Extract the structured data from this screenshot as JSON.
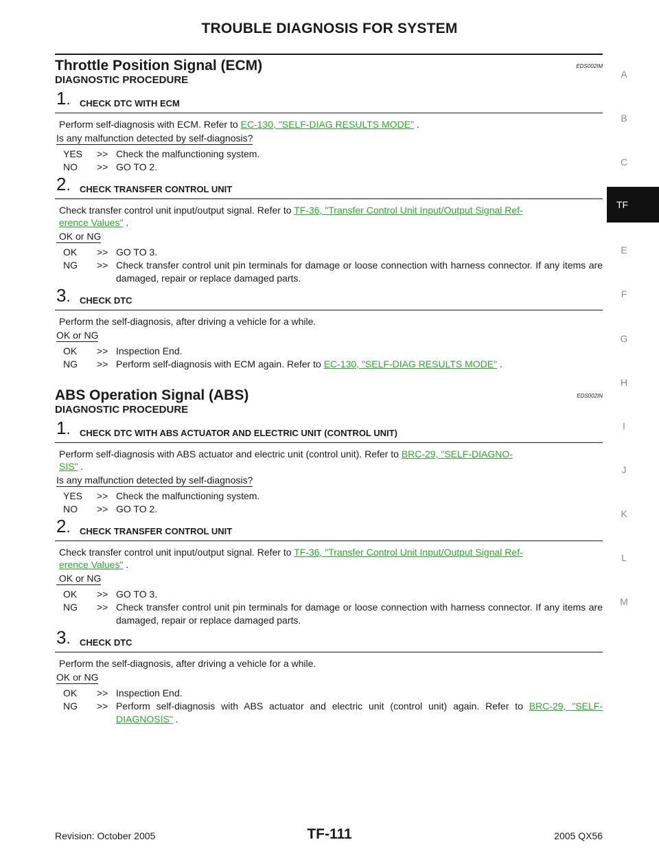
{
  "header": {
    "title": "TROUBLE DIAGNOSIS FOR SYSTEM"
  },
  "side_index": {
    "letters": [
      "A",
      "B",
      "C",
      "E",
      "F",
      "G",
      "H",
      "I",
      "J",
      "K",
      "L",
      "M"
    ],
    "active_tab": "TF"
  },
  "sections": [
    {
      "title": "Throttle Position Signal (ECM)",
      "ref_code": "EDS002IM",
      "procedure": "DIAGNOSTIC PROCEDURE",
      "steps": [
        {
          "num": "1",
          "title": "CHECK DTC WITH ECM",
          "body_pre": "Perform self-diagnosis with ECM. Refer to ",
          "body_link": "EC-130, \"SELF-DIAG RESULTS MODE\"",
          "body_link2": "",
          "body_post": " .",
          "question": "Is any malfunction detected by self-diagnosis?",
          "answers": [
            {
              "key": "YES",
              "text": "Check the malfunctioning system."
            },
            {
              "key": "NO",
              "text": "GO TO 2."
            }
          ]
        },
        {
          "num": "2",
          "title": "CHECK TRANSFER CONTROL UNIT",
          "body_pre": "Check transfer control unit input/output signal. Refer to ",
          "body_link": "TF-36, \"Transfer Control Unit Input/Output Signal Ref-",
          "body_link2": "erence Values\"",
          "body_post": " .",
          "question": " OK or NG",
          "answers": [
            {
              "key": "OK",
              "text": "GO TO 3."
            },
            {
              "key": "NG",
              "text": "Check transfer control unit pin terminals for damage or loose connection with harness connector. If any items are damaged, repair or replace damaged parts."
            }
          ]
        },
        {
          "num": "3",
          "title": "CHECK DTC",
          "body_pre": "Perform the self-diagnosis, after driving a vehicle for a while.",
          "body_link": "",
          "body_link2": "",
          "body_post": "",
          "question": "OK or NG",
          "answers": [
            {
              "key": "OK",
              "text": "Inspection End."
            },
            {
              "key": "NG",
              "text_pre": "Perform self-diagnosis with ECM again. Refer to ",
              "text_link": "EC-130, \"SELF-DIAG RESULTS MODE\"",
              "text_post": " ."
            }
          ]
        }
      ]
    },
    {
      "title": "ABS Operation Signal (ABS)",
      "ref_code": "EDS002IN",
      "procedure": "DIAGNOSTIC PROCEDURE",
      "steps": [
        {
          "num": "1",
          "title": "CHECK DTC WITH ABS ACTUATOR AND ELECTRIC UNIT (CONTROL UNIT)",
          "body_pre": "Perform self-diagnosis with ABS actuator and electric unit (control unit). Refer to ",
          "body_link": "BRC-29, \"SELF-DIAGNO-",
          "body_link2": "SIS\"",
          "body_post": " .",
          "question": "Is any malfunction detected by self-diagnosis?",
          "answers": [
            {
              "key": "YES",
              "text": "Check the malfunctioning system."
            },
            {
              "key": "NO",
              "text": "GO TO 2."
            }
          ]
        },
        {
          "num": "2",
          "title": "CHECK TRANSFER CONTROL UNIT",
          "body_pre": "Check transfer control unit input/output signal. Refer to ",
          "body_link": "TF-36, \"Transfer Control Unit Input/Output Signal Ref-",
          "body_link2": "erence Values\"",
          "body_post": " .",
          "question": " OK or NG",
          "answers": [
            {
              "key": "OK",
              "text": "GO TO 3."
            },
            {
              "key": "NG",
              "text": "Check transfer control unit pin terminals for damage or loose connection with harness connector. If any items are damaged, repair or replace damaged parts."
            }
          ]
        },
        {
          "num": "3",
          "title": "CHECK DTC",
          "body_pre": "Perform the self-diagnosis, after driving a vehicle for a while.",
          "body_link": "",
          "body_link2": "",
          "body_post": "",
          "question": "OK or NG",
          "answers": [
            {
              "key": "OK",
              "text": "Inspection End."
            },
            {
              "key": "NG",
              "text_pre": "Perform self-diagnosis with ABS actuator and electric unit (control unit) again. Refer to ",
              "text_link": "BRC-29, \"SELF-DIAGNOSIS\"",
              "text_post": " ."
            }
          ]
        }
      ]
    }
  ],
  "footer": {
    "revision": "Revision: October 2005",
    "page": "TF-111",
    "model": "2005 QX56"
  },
  "arrow": ">>",
  "colors": {
    "link": "#2ca82c",
    "tab_bg": "#111111",
    "side_letter": "#8a8a8a"
  }
}
